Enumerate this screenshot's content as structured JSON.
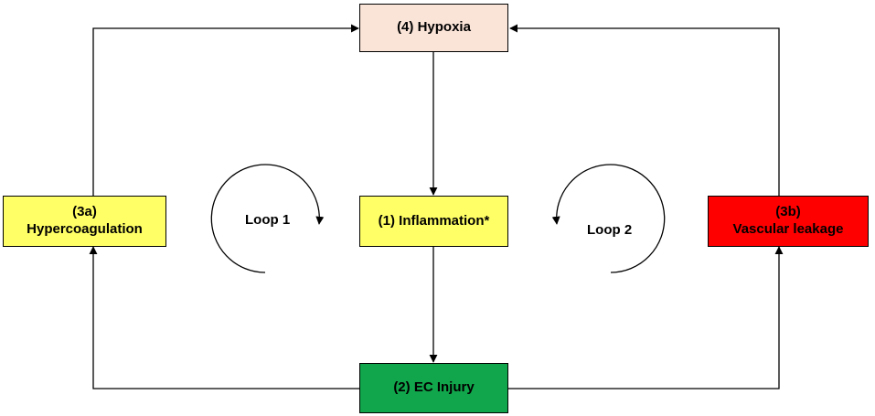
{
  "nodes": {
    "hypoxia": {
      "label": "(4) Hypoxia",
      "color": "#fae3d7"
    },
    "inflammation": {
      "label": "(1) Inflammation*",
      "color": "#ffff66"
    },
    "ec_injury": {
      "label": "(2) EC Injury",
      "color": "#11a64b"
    },
    "hypercoagulation": {
      "line1": "(3a)",
      "line2": "Hypercoagulation",
      "color": "#ffff66"
    },
    "vascular_leakage": {
      "line1": "(3b)",
      "line2": "Vascular leakage",
      "color": "#ff0000"
    }
  },
  "loops": {
    "loop1": "Loop 1",
    "loop2": "Loop 2"
  }
}
